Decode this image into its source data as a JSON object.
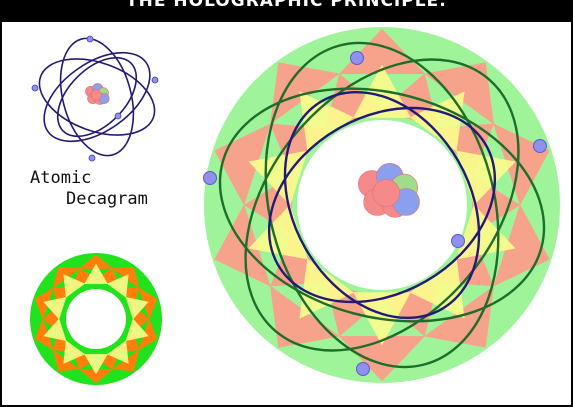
{
  "header": {
    "title": "THE HOLOGRAPHIC PRINCIPLE:"
  },
  "labels": {
    "line1": "Atomic",
    "line2": "Decagram"
  },
  "colors": {
    "green": "#9ff49a",
    "brightGreen": "#22e21e",
    "salmon": "#f7a38b",
    "orange": "#ff7f0a",
    "yellow": "#fcfc8c",
    "darkGreen": "#1f6d2a",
    "navy": "#231a78",
    "electron": "#8f90f0",
    "nucleusPink": "#f58a8a",
    "nucleusBlue": "#8aa0ee",
    "nucleusGreen": "#9fdc8c"
  }
}
